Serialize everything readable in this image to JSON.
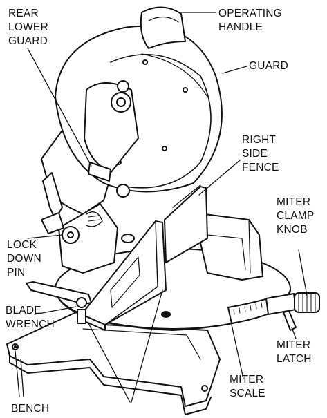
{
  "labels": {
    "rear_lower_guard": [
      "REAR",
      "LOWER",
      "GUARD"
    ],
    "operating_handle": [
      "OPERATING",
      "HANDLE"
    ],
    "guard": [
      "GUARD"
    ],
    "right_side_fence": [
      "RIGHT",
      "SIDE",
      "FENCE"
    ],
    "miter_clamp_knob": [
      "MITER",
      "CLAMP",
      "KNOB"
    ],
    "lock_down_pin": [
      "LOCK",
      "DOWN",
      "PIN"
    ],
    "blade_wrench": [
      "BLADE",
      "WRENCH"
    ],
    "miter_latch": [
      "MITER",
      "LATCH"
    ],
    "miter_scale": [
      "MITER",
      "SCALE"
    ],
    "bench": [
      "BENCH"
    ]
  }
}
